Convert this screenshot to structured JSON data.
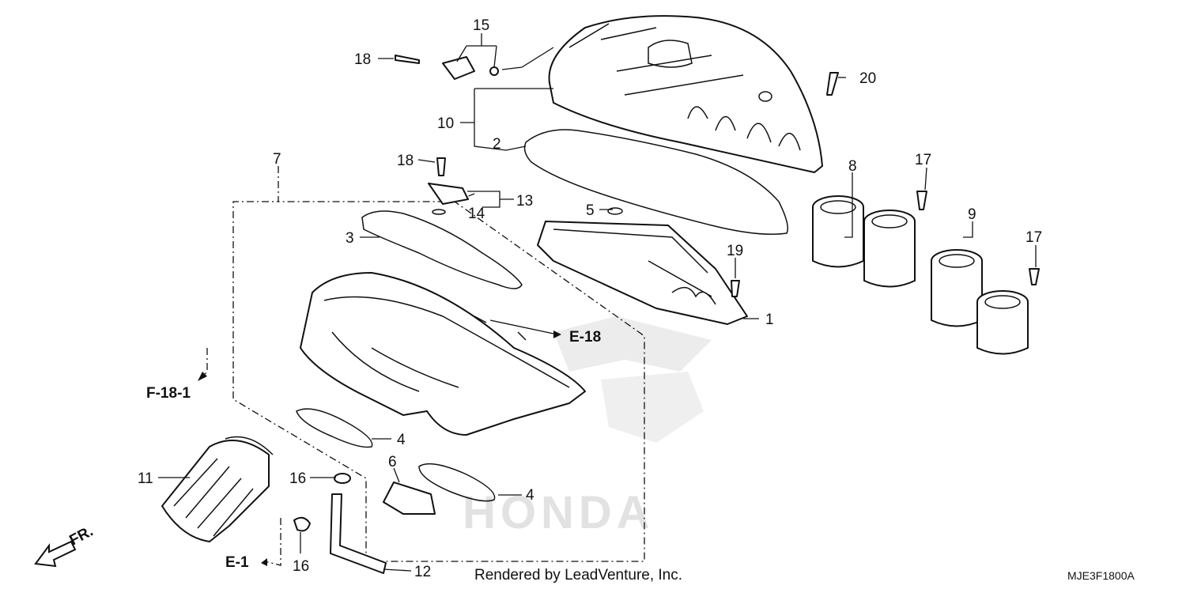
{
  "callouts": {
    "c1": "1",
    "c2": "2",
    "c3": "3",
    "c4a": "4",
    "c4b": "4",
    "c5": "5",
    "c6": "6",
    "c7": "7",
    "c8": "8",
    "c9": "9",
    "c10": "10",
    "c11": "11",
    "c12": "12",
    "c13": "13",
    "c14": "14",
    "c15": "15",
    "c16a": "16",
    "c16b": "16",
    "c17a": "17",
    "c17b": "17",
    "c18a": "18",
    "c18b": "18",
    "c19": "19",
    "c20": "20"
  },
  "references": {
    "e18": "E-18",
    "f181": "F-18-1",
    "e1": "E-1"
  },
  "front_label": "FR.",
  "watermark": "HONDA",
  "credit": "Rendered by LeadVenture, Inc.",
  "diagram_code": "MJE3F1800A"
}
